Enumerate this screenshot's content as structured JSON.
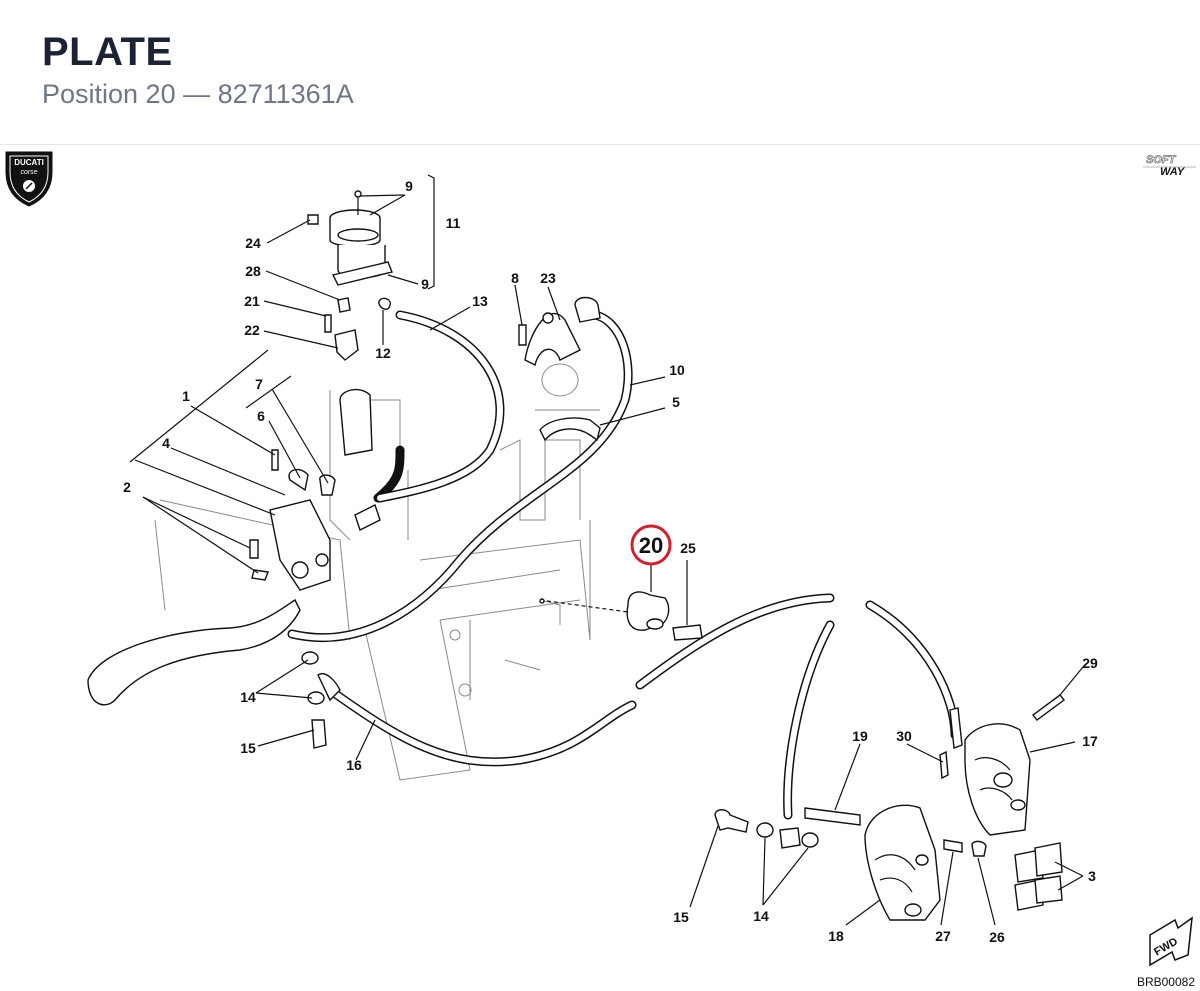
{
  "header": {
    "title": "PLATE",
    "subtitle": "Position 20 — 82711361A"
  },
  "logos": {
    "left_logo_text": "DUCATI corse",
    "right_logo_text": "SOFT WAY"
  },
  "highlight": {
    "label": "20",
    "color": "#d0212a"
  },
  "part_labels": {
    "p1": "1",
    "p2": "2",
    "p3": "3",
    "p4": "4",
    "p5": "5",
    "p6": "6",
    "p7": "7",
    "p8": "8",
    "p9a": "9",
    "p9b": "9",
    "p10": "10",
    "p11": "11",
    "p12": "12",
    "p13": "13",
    "p14a": "14",
    "p14b": "14",
    "p15a": "15",
    "p15b": "15",
    "p16": "16",
    "p17": "17",
    "p18": "18",
    "p19": "19",
    "p21": "21",
    "p22": "22",
    "p23": "23",
    "p24": "24",
    "p25": "25",
    "p26": "26",
    "p27": "27",
    "p28": "28",
    "p29": "29",
    "p30": "30"
  },
  "fwd_label": "FWD",
  "drawing_code": "BRB00082"
}
